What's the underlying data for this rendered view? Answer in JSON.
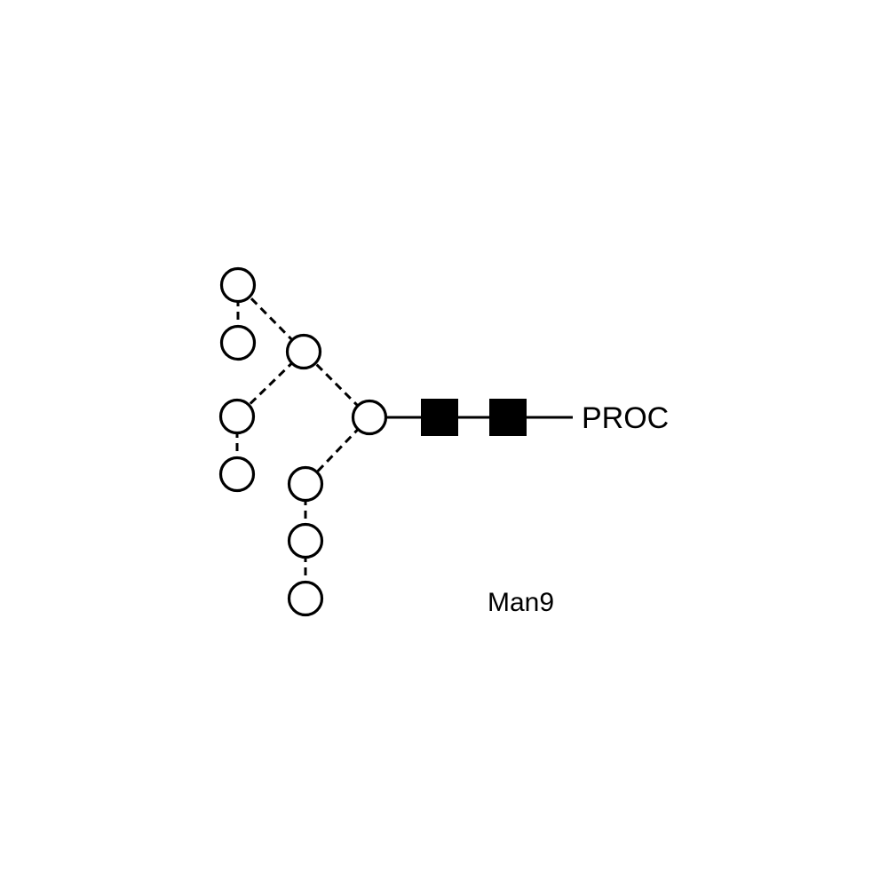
{
  "diagram": {
    "protein_label": "PROC",
    "glycan_name": "Man9",
    "colors": {
      "background": "#ffffff",
      "line": "#000000",
      "mannose_fill": "#ffffff",
      "glcnac_fill": "#000000"
    },
    "residues": {
      "mannose_count": 9,
      "glcnac_count": 2
    }
  }
}
